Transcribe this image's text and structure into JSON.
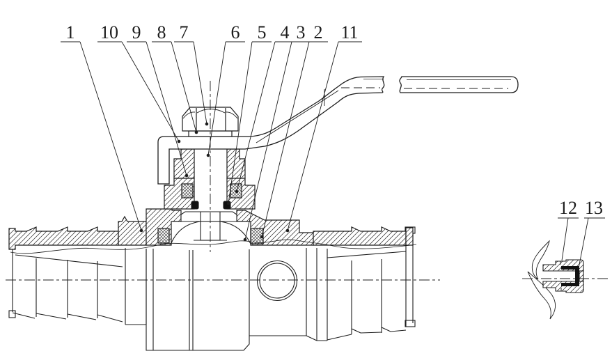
{
  "figure": {
    "type": "technical-section-drawing",
    "background": "#ffffff",
    "line_color": "#1c1c1c",
    "views": {
      "main": "ball-valve-assembly-half-section",
      "detail": "end-seal-enlarged-detail"
    }
  },
  "part_numbers": [
    "1",
    "2",
    "3",
    "4",
    "5",
    "6",
    "7",
    "8",
    "9",
    "10",
    "11",
    "12",
    "13"
  ],
  "callouts": {
    "main": [
      {
        "label": "1",
        "num": [
          101,
          55
        ],
        "shelf": [
          87,
          115,
          60
        ],
        "leader": [
          115,
          60,
          203,
          331
        ],
        "dot": [
          203,
          331
        ]
      },
      {
        "label": "10",
        "num": [
          157,
          55
        ],
        "shelf": [
          140,
          175,
          60
        ],
        "leader": [
          175,
          60,
          257,
          203
        ],
        "dot": [
          257,
          203
        ]
      },
      {
        "label": "9",
        "num": [
          196,
          55
        ],
        "shelf": [
          182,
          210,
          60
        ],
        "leader": [
          210,
          60,
          268,
          252
        ],
        "dot": [
          268,
          252
        ]
      },
      {
        "label": "8",
        "num": [
          232,
          55
        ],
        "shelf": [
          218,
          246,
          60
        ],
        "leader": [
          246,
          60,
          282,
          190
        ],
        "dot": [
          282,
          190
        ]
      },
      {
        "label": "7",
        "num": [
          264,
          55
        ],
        "shelf": [
          250,
          278,
          60
        ],
        "leader": [
          278,
          60,
          297,
          178
        ],
        "dot": [
          297,
          178
        ]
      },
      {
        "label": "6",
        "num": [
          338,
          55
        ],
        "shelf": [
          324,
          352,
          60
        ],
        "leader": [
          324,
          60,
          299,
          223
        ],
        "dot": [
          299,
          223
        ]
      },
      {
        "label": "5",
        "num": [
          376,
          55
        ],
        "shelf": [
          362,
          390,
          60
        ],
        "leader": [
          362,
          60,
          328,
          292
        ],
        "dot": [
          328,
          292
        ]
      },
      {
        "label": "4",
        "num": [
          409,
          55
        ],
        "shelf": [
          395,
          423,
          60
        ],
        "leader": [
          395,
          60,
          340,
          275
        ],
        "dot": [
          340,
          275
        ]
      },
      {
        "label": "3",
        "num": [
          432,
          55
        ],
        "shelf": [
          419,
          445,
          60
        ],
        "leader": [
          419,
          60,
          352,
          344
        ],
        "dot": [
          352,
          344
        ]
      },
      {
        "label": "2",
        "num": [
          457,
          55
        ],
        "shelf": [
          444,
          471,
          60
        ],
        "leader": [
          444,
          60,
          376,
          340
        ],
        "dot": [
          376,
          340
        ]
      },
      {
        "label": "11",
        "num": [
          502,
          55
        ],
        "shelf": [
          486,
          520,
          60
        ],
        "leader": [
          486,
          60,
          413,
          331
        ],
        "dot": [
          413,
          331
        ]
      }
    ],
    "detail": [
      {
        "label": "12",
        "num": [
          816,
          307
        ],
        "shelf": [
          801,
          831,
          313
        ],
        "leader": [
          816,
          313,
          807,
          374
        ]
      },
      {
        "label": "13",
        "num": [
          853,
          307
        ],
        "shelf": [
          839,
          869,
          313
        ],
        "leader": [
          845,
          313,
          831,
          385
        ]
      }
    ]
  }
}
